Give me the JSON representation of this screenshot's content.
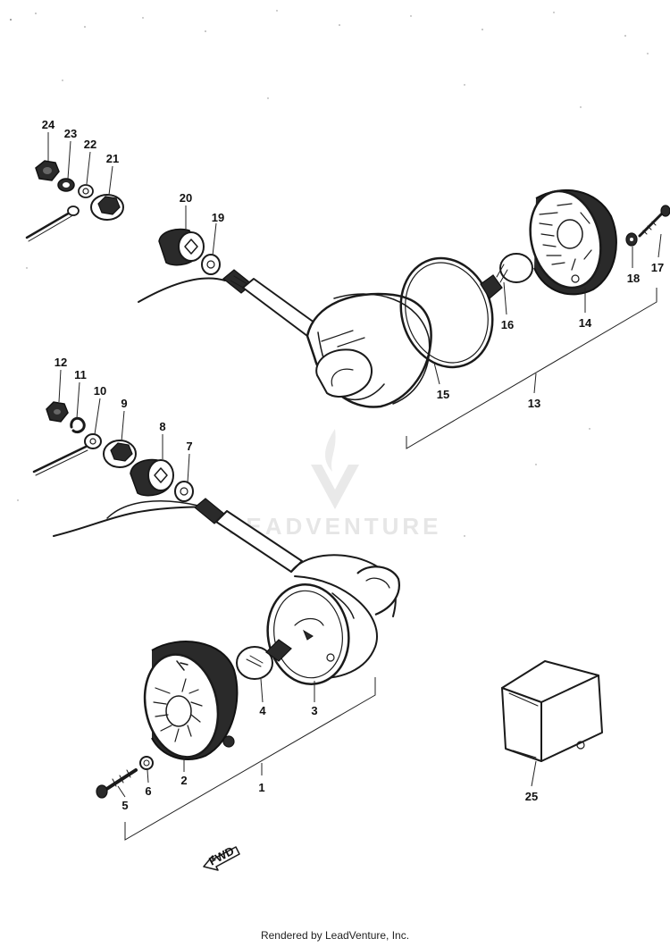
{
  "diagram": {
    "callouts": [
      "1",
      "2",
      "3",
      "4",
      "5",
      "6",
      "7",
      "8",
      "9",
      "10",
      "11",
      "12",
      "13",
      "14",
      "15",
      "16",
      "17",
      "18",
      "19",
      "20",
      "21",
      "22",
      "23",
      "24",
      "25"
    ],
    "fwd_label": "FWD",
    "watermark": "LEADVENTURE"
  },
  "footer": {
    "text": "Rendered by LeadVenture, Inc."
  }
}
